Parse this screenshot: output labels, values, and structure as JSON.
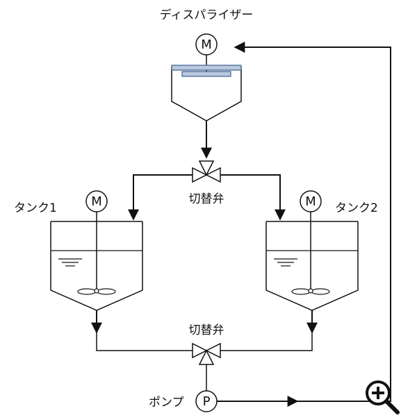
{
  "labels": {
    "disperser": "ディスパライザー",
    "tank1": "タンク1",
    "tank2": "タンク2",
    "valve_top": "切替弁",
    "valve_bottom": "切替弁",
    "pump": "ポンプ"
  },
  "symbols": {
    "motor_letter": "M",
    "pump_letter": "P"
  },
  "controls": {
    "zoom_icon": "zoom-in-icon"
  },
  "colors": {
    "line": "#111111",
    "disperser_plate_fill": "#b9c8dd",
    "disperser_plate_stroke": "#3f5f8f"
  }
}
